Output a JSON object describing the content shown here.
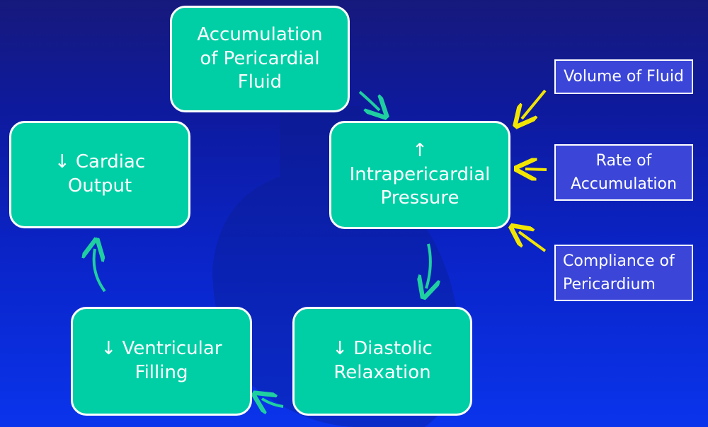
{
  "colors": {
    "box_fill": "#00cfa6",
    "box_border": "#ffffff",
    "side_fill": "#3b46d8",
    "cycle_arrow": "#1fcfa0",
    "factor_arrow": "#f2e600"
  },
  "boxes": {
    "accumulation": "Accumulation\nof Pericardial\nFluid",
    "pressure": "↑\nIntrapericardial\nPressure",
    "diastolic": "↓ Diastolic\nRelaxation",
    "ventricular": "↓ Ventricular\nFilling",
    "cardiac": "↓ Cardiac\nOutput"
  },
  "factors": {
    "volume": "Volume of Fluid",
    "rate": "Rate of\nAccumulation",
    "compliance": "Compliance of\nPericardium"
  }
}
